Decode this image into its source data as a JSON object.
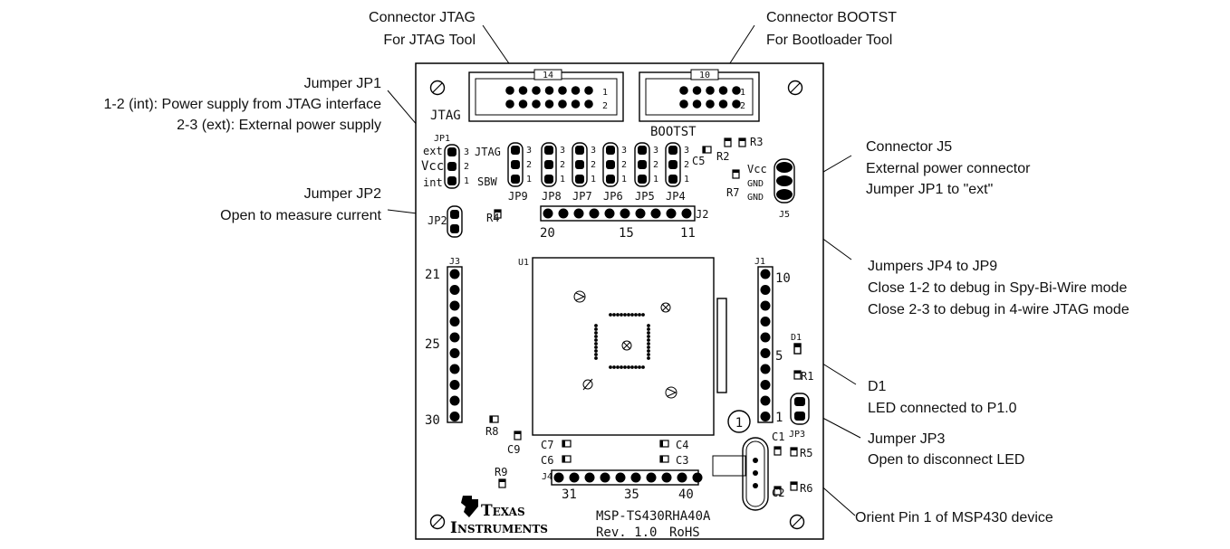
{
  "callouts": {
    "jtag_connector": [
      "Connector JTAG",
      "For JTAG Tool"
    ],
    "bootst_connector": [
      "Connector BOOTST",
      "For Bootloader Tool"
    ],
    "jp1": [
      "Jumper JP1",
      "1-2 (int): Power supply from JTAG interface",
      "2-3 (ext): External power supply"
    ],
    "jp2": [
      "Jumper JP2",
      "Open to measure current"
    ],
    "j5": [
      "Connector J5",
      "External power connector",
      "Jumper JP1 to \"ext\""
    ],
    "jp4_jp9": [
      "Jumpers JP4 to JP9",
      "Close 1-2 to debug in Spy-Bi-Wire mode",
      "Close 2-3 to debug in 4-wire JTAG mode"
    ],
    "d1": [
      "D1",
      "LED connected to P1.0"
    ],
    "jp3": [
      "Jumper JP3",
      "Open to disconnect LED"
    ],
    "pin1": [
      "Orient Pin 1 of MSP430 device"
    ]
  },
  "board": {
    "conn_jtag_pins": "14",
    "conn_bootst_pins": "10",
    "label_jtag": "JTAG",
    "label_bootst": "BOOTST",
    "pin_1": "1",
    "pin_2": "2",
    "jp1_ext": "ext",
    "jp1_vcc": "Vcc",
    "jp1_int": "int",
    "jp1_name": "JP1",
    "sel_jtag": "JTAG",
    "sel_sbw": "SBW",
    "jp_names": [
      "JP9",
      "JP8",
      "JP7",
      "JP6",
      "JP5",
      "JP4"
    ],
    "num_3": "3",
    "num_2": "2",
    "num_1": "1",
    "jp2_name": "JP2",
    "jp3_name": "JP3",
    "j2_name": "J2",
    "j2_nums": [
      "20",
      "15",
      "11"
    ],
    "j3_name": "J3",
    "j3_nums": [
      "21",
      "25",
      "30"
    ],
    "j1_name": "J1",
    "j1_nums": [
      "10",
      "5",
      "1"
    ],
    "j4_name": "J4",
    "j4_nums": [
      "31",
      "35",
      "40"
    ],
    "j5_name": "J5",
    "j5_vcc": "Vcc",
    "j5_gnd1": "GND",
    "j5_gnd2": "GND",
    "u1_name": "U1",
    "d1_name": "D1",
    "pin1_mark": "1",
    "r1": "R1",
    "r2": "R2",
    "r3": "R3",
    "r4": "R4",
    "r5": "R5",
    "r6": "R6",
    "r7": "R7",
    "r8": "R8",
    "r9": "R9",
    "c1": "C1",
    "c2": "C2",
    "c3": "C3",
    "c4": "C4",
    "c5": "C5",
    "c6": "C6",
    "c7": "C7",
    "c9": "C9",
    "logo_line1": "Texas",
    "logo_line2": "Instruments",
    "model": "MSP-TS430RHA40A",
    "rev": "Rev. 1.0",
    "rohs": "RoHS"
  }
}
